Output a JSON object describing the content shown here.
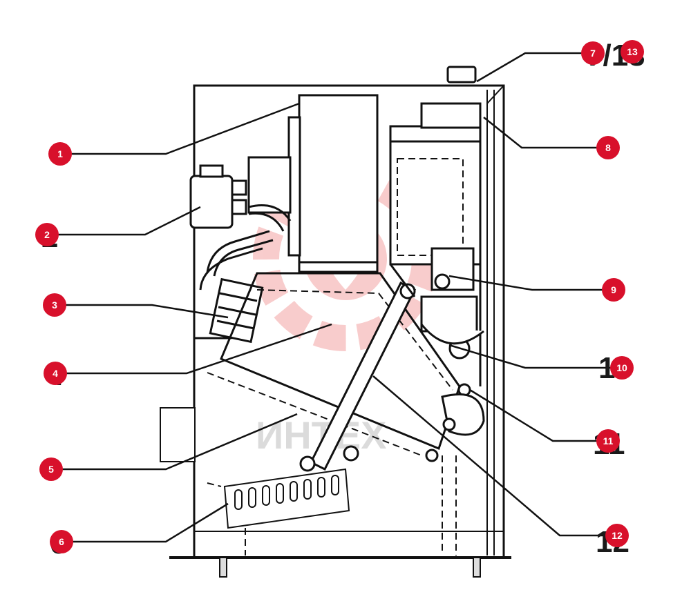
{
  "watermark_text": "ИНТЕХ",
  "colors": {
    "callout_fill": "#d8102b",
    "callout_text": "#ffffff",
    "line": "#111111",
    "watermark_logo": "#f7c4c4"
  },
  "callouts": [
    {
      "number": "1"
    },
    {
      "number": "2"
    },
    {
      "number": "3"
    },
    {
      "number": "4"
    },
    {
      "number": "5"
    },
    {
      "number": "6"
    },
    {
      "number": "7"
    },
    {
      "number": "13"
    },
    {
      "number": "8"
    },
    {
      "number": "9"
    },
    {
      "number": "10"
    },
    {
      "number": "11"
    },
    {
      "number": "12"
    }
  ],
  "residual_labels": {
    "top_right": "7/13",
    "right_8": "8",
    "right_9": "9",
    "right_10": "10",
    "right_11": "11",
    "right_12": "12",
    "left_2": "2",
    "left_3": "3",
    "left_4": "4",
    "left_5": "5",
    "left_6": "6"
  }
}
